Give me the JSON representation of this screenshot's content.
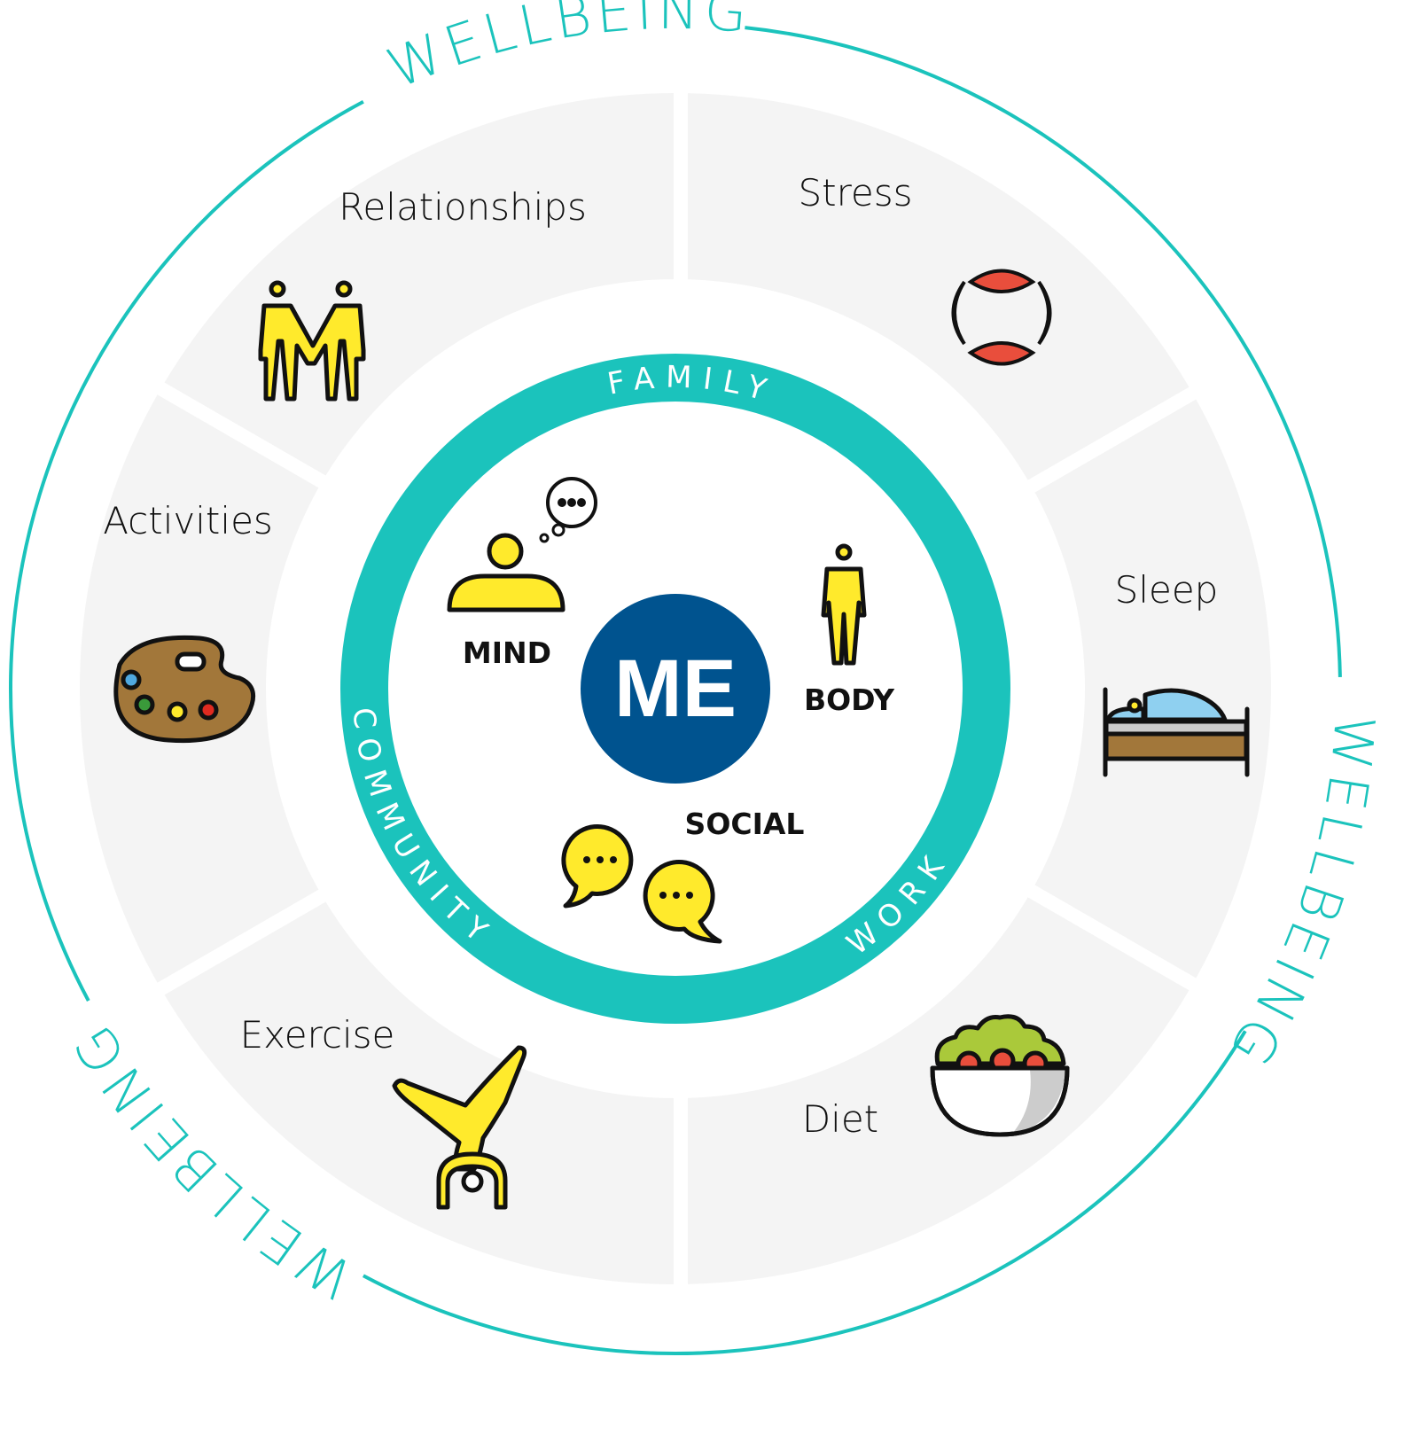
{
  "outer_ring": {
    "label_top": "WELLBEING",
    "label_right": "WELLBEING",
    "label_bottom_left": "WELLBEING"
  },
  "segments": {
    "relationships": "Relationships",
    "stress": "Stress",
    "activities": "Activities",
    "sleep": "Sleep",
    "exercise": "Exercise",
    "diet": "Diet"
  },
  "inner_ring": {
    "family": "FAMILY",
    "community": "COMMUNITY",
    "work": "WORK"
  },
  "core": {
    "center": "ME",
    "mind": "MIND",
    "body": "BODY",
    "social": "SOCIAL"
  },
  "colors": {
    "teal": "#1bc3bc",
    "navy": "#00538f",
    "segment_gray": "#f4f4f4",
    "yellow": "#ffea2c",
    "red": "#e94e3c",
    "brown": "#a2773a",
    "light_blue": "#8fd0f0",
    "green": "#aac93a"
  },
  "icons": {
    "relationships": "two-people-holding-hands-icon",
    "stress": "anger-symbol-icon",
    "activities": "paint-palette-icon",
    "sleep": "person-in-bed-icon",
    "exercise": "cartwheel-person-icon",
    "diet": "salad-bowl-icon",
    "mind": "thinking-person-icon",
    "body": "standing-person-icon",
    "social": "speech-bubbles-icon"
  }
}
